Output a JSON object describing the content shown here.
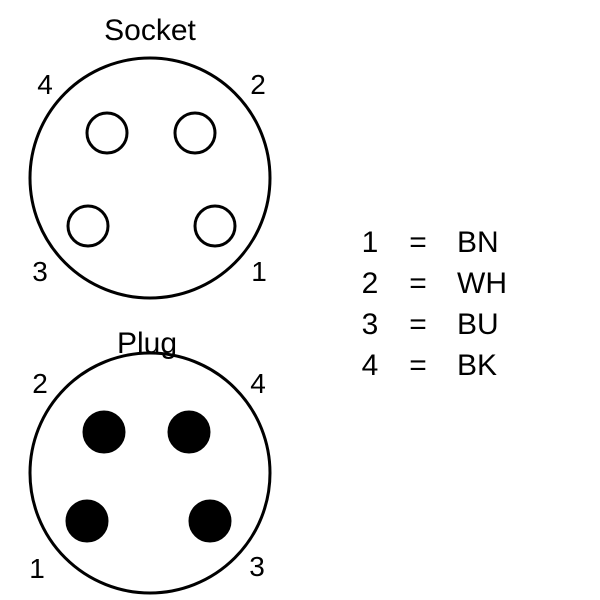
{
  "socket": {
    "title": "Socket",
    "pin_labels": {
      "top_left": "4",
      "top_right": "2",
      "bottom_left": "3",
      "bottom_right": "1"
    },
    "contact_style": "hollow"
  },
  "plug": {
    "title": "Plug",
    "pin_labels": {
      "top_left": "2",
      "top_right": "4",
      "bottom_left": "1",
      "bottom_right": "3"
    },
    "contact_style": "filled"
  },
  "legend": [
    {
      "pin": "1",
      "sep": "=",
      "code": "BN"
    },
    {
      "pin": "2",
      "sep": "=",
      "code": "WH"
    },
    {
      "pin": "3",
      "sep": "=",
      "code": "BU"
    },
    {
      "pin": "4",
      "sep": "=",
      "code": "BK"
    }
  ],
  "colors": {
    "line": "#000000",
    "fill": "#000000",
    "background": "#ffffff"
  }
}
